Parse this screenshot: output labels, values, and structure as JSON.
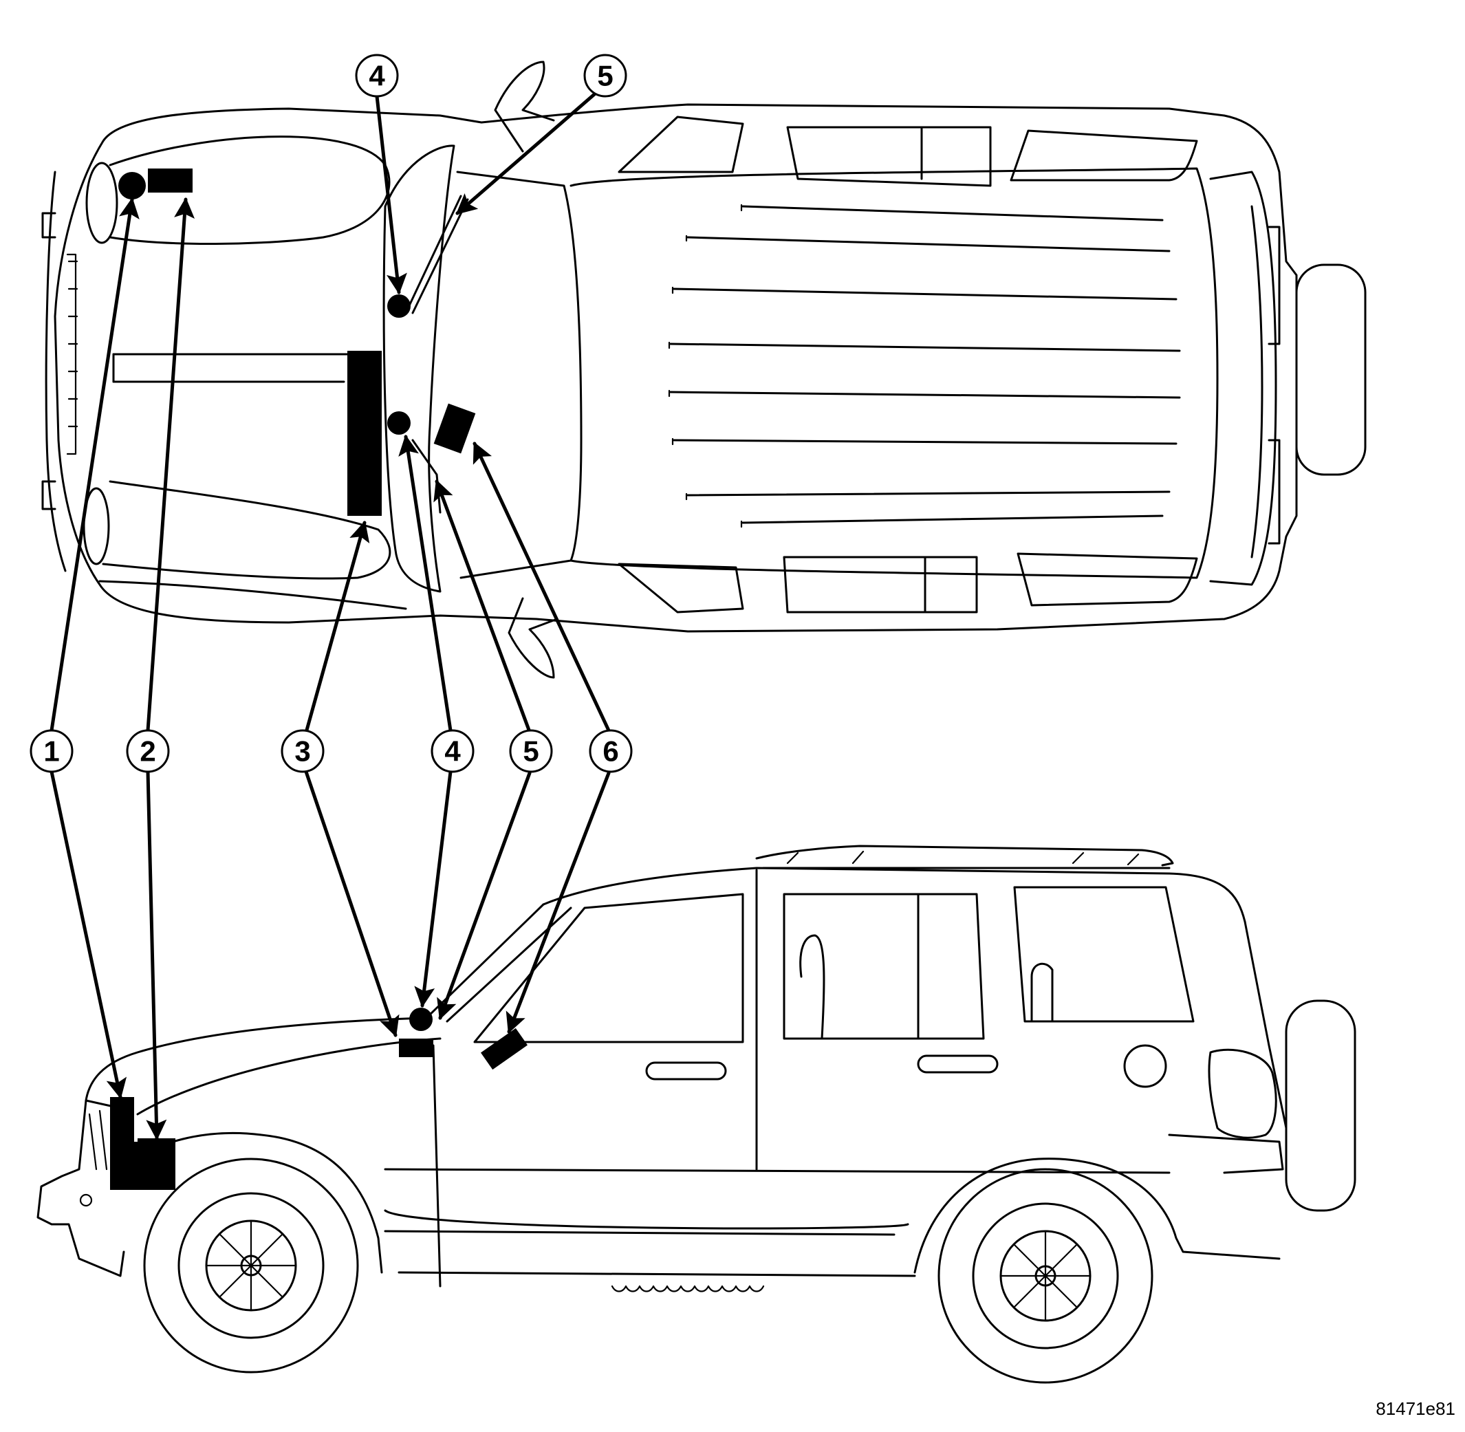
{
  "callouts": [
    {
      "number": "1"
    },
    {
      "number": "2"
    },
    {
      "number": "3"
    },
    {
      "number": "4"
    },
    {
      "number": "5"
    },
    {
      "number": "6"
    }
  ],
  "figure_id": "81471e81"
}
